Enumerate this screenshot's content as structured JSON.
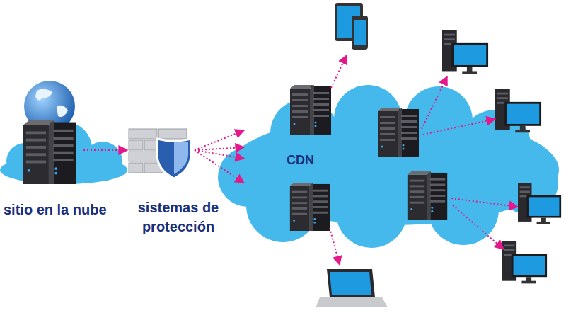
{
  "diagram": {
    "nodes": [
      {
        "text": [
          "sitio en la nube"
        ]
      },
      {
        "text": [
          "sistemas de protección"
        ]
      },
      {
        "text": [
          "CDN"
        ]
      }
    ],
    "edges": [
      {
        "from": 0,
        "to": 1,
        "arrow": "to"
      },
      {
        "from": 1,
        "to": 2,
        "arrow": "to"
      },
      {
        "from": 1,
        "to": 2,
        "arrow": "to"
      },
      {
        "from": 1,
        "to": 2,
        "arrow": "to"
      },
      {
        "from": 1,
        "to": 2,
        "arrow": "to"
      }
    ]
  }
}
